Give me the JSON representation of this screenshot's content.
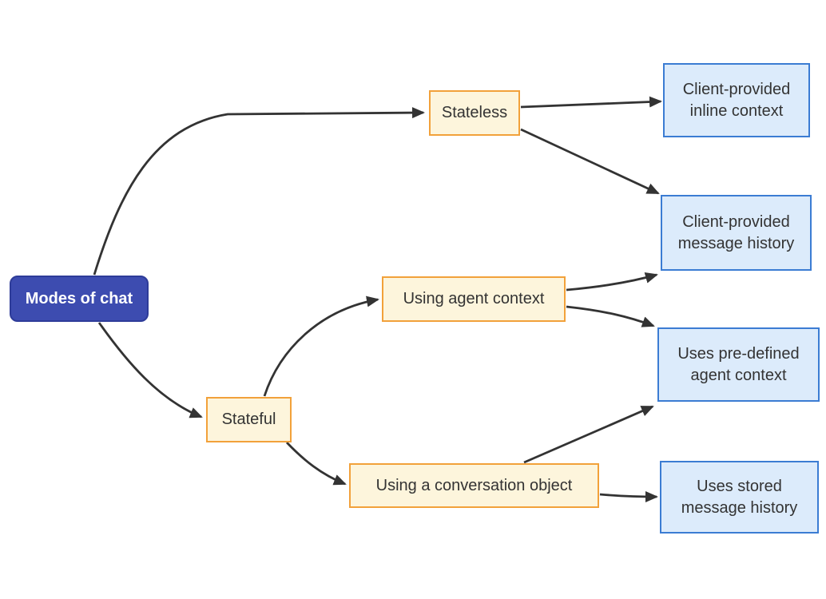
{
  "diagram": {
    "type": "flowchart",
    "direction": "left-to-right",
    "nodes": {
      "root": {
        "label": "Modes of chat",
        "style": "primary"
      },
      "stateless": {
        "label": "Stateless",
        "style": "decision"
      },
      "stateful": {
        "label": "Stateful",
        "style": "decision"
      },
      "agent_context": {
        "label": "Using agent context",
        "style": "decision"
      },
      "conversation_object": {
        "label": "Using a conversation object",
        "style": "decision"
      },
      "inline_context": {
        "label": "Client-provided inline context",
        "style": "outcome"
      },
      "message_history": {
        "label": "Client-provided message history",
        "style": "outcome"
      },
      "predefined_context": {
        "label": "Uses pre-defined agent context",
        "style": "outcome"
      },
      "stored_history": {
        "label": "Uses stored message history",
        "style": "outcome"
      }
    },
    "edges": [
      {
        "from": "root",
        "to": "stateless"
      },
      {
        "from": "root",
        "to": "stateful"
      },
      {
        "from": "stateless",
        "to": "inline_context"
      },
      {
        "from": "stateless",
        "to": "message_history"
      },
      {
        "from": "stateful",
        "to": "agent_context"
      },
      {
        "from": "stateful",
        "to": "conversation_object"
      },
      {
        "from": "agent_context",
        "to": "message_history"
      },
      {
        "from": "agent_context",
        "to": "predefined_context"
      },
      {
        "from": "conversation_object",
        "to": "predefined_context"
      },
      {
        "from": "conversation_object",
        "to": "stored_history"
      }
    ],
    "colors": {
      "root_fill": "#3d4cb0",
      "root_border": "#2e3c99",
      "root_text": "#ffffff",
      "decision_fill": "#fdf5dc",
      "decision_border": "#f2a13a",
      "outcome_fill": "#dcebfb",
      "outcome_border": "#3b7cd3",
      "edge": "#333333",
      "text": "#333333",
      "background": "#ffffff"
    }
  }
}
